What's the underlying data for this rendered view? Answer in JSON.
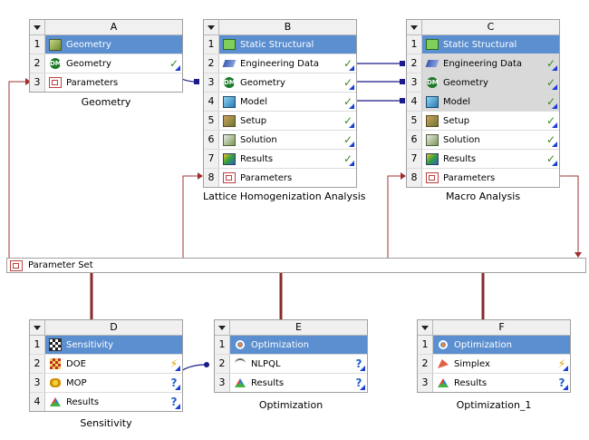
{
  "systems": [
    {
      "id": "A",
      "letter": "A",
      "caption": "Geometry",
      "rows": [
        {
          "num": "1",
          "label": "Geometry",
          "icon": "geometry-cube-icon",
          "status": "",
          "title": true
        },
        {
          "num": "2",
          "label": "Geometry",
          "icon": "dm-icon",
          "status": "✓"
        },
        {
          "num": "3",
          "label": "Parameters",
          "icon": "parameters-icon",
          "status": ""
        }
      ]
    },
    {
      "id": "B",
      "letter": "B",
      "caption": "Lattice Homogenization Analysis",
      "rows": [
        {
          "num": "1",
          "label": "Static Structural",
          "icon": "static-structural-icon",
          "status": "",
          "title": true
        },
        {
          "num": "2",
          "label": "Engineering Data",
          "icon": "engineering-data-icon",
          "status": "✓"
        },
        {
          "num": "3",
          "label": "Geometry",
          "icon": "dm-icon",
          "status": "✓"
        },
        {
          "num": "4",
          "label": "Model",
          "icon": "model-icon",
          "status": "✓"
        },
        {
          "num": "5",
          "label": "Setup",
          "icon": "setup-icon",
          "status": "✓"
        },
        {
          "num": "6",
          "label": "Solution",
          "icon": "solution-icon",
          "status": "✓"
        },
        {
          "num": "7",
          "label": "Results",
          "icon": "results-icon",
          "status": "✓"
        },
        {
          "num": "8",
          "label": "Parameters",
          "icon": "parameters-icon",
          "status": ""
        }
      ]
    },
    {
      "id": "C",
      "letter": "C",
      "caption": "Macro Analysis",
      "rows": [
        {
          "num": "1",
          "label": "Static Structural",
          "icon": "static-structural-icon",
          "status": "",
          "title": true
        },
        {
          "num": "2",
          "label": "Engineering Data",
          "icon": "engineering-data-icon",
          "status": "✓",
          "grey": true
        },
        {
          "num": "3",
          "label": "Geometry",
          "icon": "dm-icon",
          "status": "✓",
          "grey": true
        },
        {
          "num": "4",
          "label": "Model",
          "icon": "model-icon",
          "status": "✓",
          "grey": true
        },
        {
          "num": "5",
          "label": "Setup",
          "icon": "setup-icon",
          "status": "✓"
        },
        {
          "num": "6",
          "label": "Solution",
          "icon": "solution-icon",
          "status": "✓"
        },
        {
          "num": "7",
          "label": "Results",
          "icon": "results-icon",
          "status": "✓"
        },
        {
          "num": "8",
          "label": "Parameters",
          "icon": "parameters-icon",
          "status": ""
        }
      ]
    },
    {
      "id": "D",
      "letter": "D",
      "caption": "Sensitivity",
      "rows": [
        {
          "num": "1",
          "label": "Sensitivity",
          "icon": "sensitivity-icon",
          "status": "",
          "title": true
        },
        {
          "num": "2",
          "label": "DOE",
          "icon": "doe-icon",
          "status": "⚡"
        },
        {
          "num": "3",
          "label": "MOP",
          "icon": "mop-icon",
          "status": "?"
        },
        {
          "num": "4",
          "label": "Results",
          "icon": "results-pyramid-icon",
          "status": "?"
        }
      ]
    },
    {
      "id": "E",
      "letter": "E",
      "caption": "Optimization",
      "rows": [
        {
          "num": "1",
          "label": "Optimization",
          "icon": "optimization-icon",
          "status": "",
          "title": true
        },
        {
          "num": "2",
          "label": "NLPQL",
          "icon": "nlpql-icon",
          "status": "?"
        },
        {
          "num": "3",
          "label": "Results",
          "icon": "results-pyramid-icon",
          "status": "?"
        }
      ]
    },
    {
      "id": "F",
      "letter": "F",
      "caption": "Optimization_1",
      "rows": [
        {
          "num": "1",
          "label": "Optimization",
          "icon": "optimization-icon",
          "status": "",
          "title": true
        },
        {
          "num": "2",
          "label": "Simplex",
          "icon": "simplex-icon",
          "status": "⚡"
        },
        {
          "num": "3",
          "label": "Results",
          "icon": "results-pyramid-icon",
          "status": "?"
        }
      ]
    }
  ],
  "parameter_set": {
    "label": "Parameter Set",
    "icon": "parameter-set-icon"
  },
  "colors": {
    "title_bar": "#5b8fd0",
    "link_line": "#1a1a8a",
    "param_line": "#a03030",
    "check": "#3a8a1f"
  }
}
